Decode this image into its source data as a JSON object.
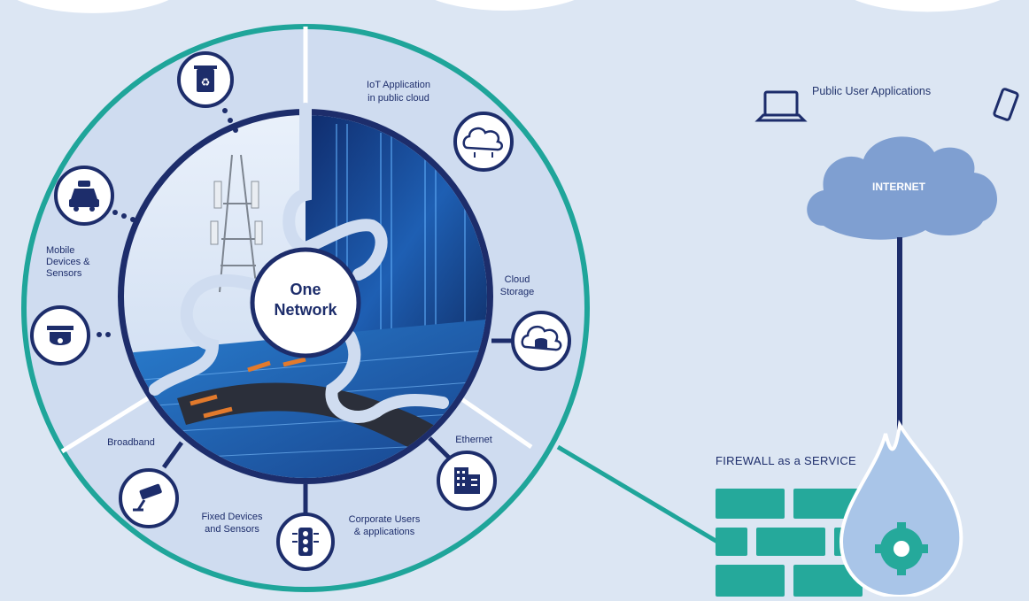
{
  "center": {
    "line1": "One",
    "line2": "Network"
  },
  "segments": {
    "iot": {
      "line1": "IoT Application",
      "line2": "in public cloud"
    },
    "cloud_storage": {
      "line1": "Cloud",
      "line2": "Storage"
    },
    "ethernet": {
      "label": "Ethernet"
    },
    "corporate": {
      "line1": "Corporate Users",
      "line2": "& applications"
    },
    "fixed": {
      "line1": "Fixed Devices",
      "line2": "and Sensors"
    },
    "broadband": {
      "label": "Broadband"
    },
    "mobile": {
      "line1": "Mobile",
      "line2": "Devices &",
      "line3": "Sensors"
    }
  },
  "right": {
    "public_apps": "Public User Applications",
    "internet": "INTERNET",
    "firewall": "FIREWALL as a SERVICE"
  },
  "colors": {
    "background": "#dce6f3",
    "ring": "#1fa59a",
    "navy": "#1d2d6b",
    "cloud": "#7f9fd1",
    "firewall": "#25a99b",
    "flame": "#a9c5e8"
  }
}
